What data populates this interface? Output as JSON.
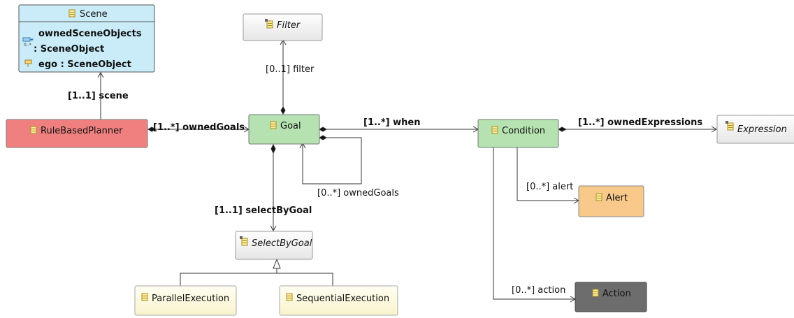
{
  "classes": {
    "scene": {
      "name": "Scene",
      "attributes": [
        "ownedSceneObjects",
        ": SceneObject",
        "ego : SceneObject"
      ]
    },
    "filter": {
      "name": "Filter"
    },
    "rule_based_planner": {
      "name": "RuleBasedPlanner"
    },
    "goal": {
      "name": "Goal"
    },
    "condition": {
      "name": "Condition"
    },
    "expression": {
      "name": "Expression"
    },
    "alert": {
      "name": "Alert"
    },
    "action": {
      "name": "Action"
    },
    "select_by_goal": {
      "name": "SelectByGoal"
    },
    "parallel_execution": {
      "name": "ParallelExecution"
    },
    "sequential_execution": {
      "name": "SequentialExecution"
    }
  },
  "associations": {
    "scene": "[1..1] scene",
    "filter": "[0..1] filter",
    "owned_goals": "[1..*] ownedGoals",
    "when": "[1..*] when",
    "owned_expressions": "[1..*] ownedExpressions",
    "goal_self": "[0..*] ownedGoals",
    "select_by_goal": "[1..1] selectByGoal",
    "alert": "[0..*] alert",
    "action": "[0..*] action"
  },
  "colors": {
    "scene_fill": "#c9ecf8",
    "planner_fill": "#f08080",
    "goal_fill": "#b5e2b0",
    "abstract_fill": "#f3f3f3",
    "alert_fill": "#f8c98a",
    "action_fill": "#6d6d6d",
    "exec_fill": "#fdfbe6"
  }
}
